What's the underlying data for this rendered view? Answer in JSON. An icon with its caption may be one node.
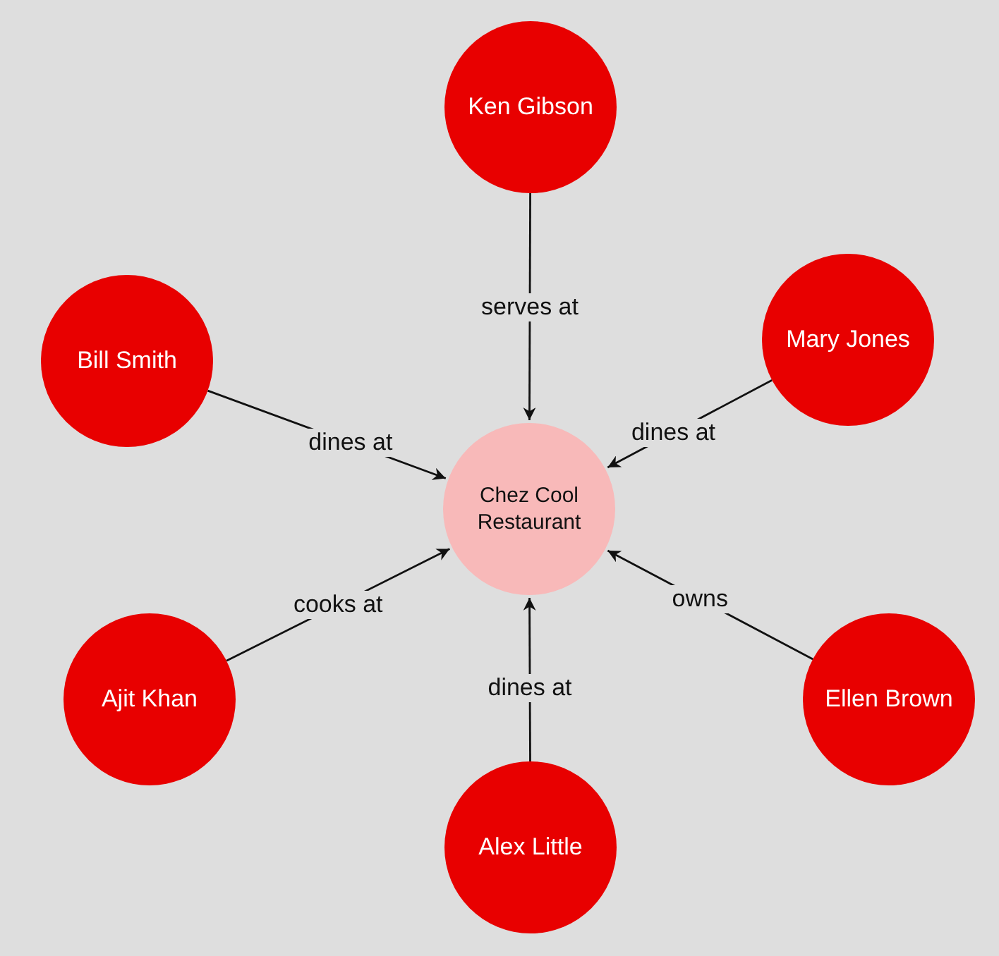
{
  "diagram": {
    "nodes": [
      {
        "text": [
          "Ken Gibson"
        ]
      },
      {
        "text": [
          "Bill Smith"
        ]
      },
      {
        "text": [
          "Mary Jones"
        ]
      },
      {
        "text": [
          "Chez Cool Restaurant"
        ]
      },
      {
        "text": [
          "Ajit Khan"
        ]
      },
      {
        "text": [
          "Ellen Brown"
        ]
      },
      {
        "text": [
          "Alex Little"
        ]
      }
    ],
    "edges": [
      {
        "from": 0,
        "to": 3,
        "arrow": "to",
        "label": "serves at"
      },
      {
        "from": 1,
        "to": 3,
        "arrow": "to",
        "label": "dines at"
      },
      {
        "from": 2,
        "to": 3,
        "arrow": "to",
        "label": "dines at"
      },
      {
        "from": 4,
        "to": 3,
        "arrow": "to",
        "label": "cooks at"
      },
      {
        "from": 5,
        "to": 3,
        "arrow": "to",
        "label": "owns"
      },
      {
        "from": 6,
        "to": 3,
        "arrow": "to",
        "label": "dines at"
      }
    ]
  }
}
